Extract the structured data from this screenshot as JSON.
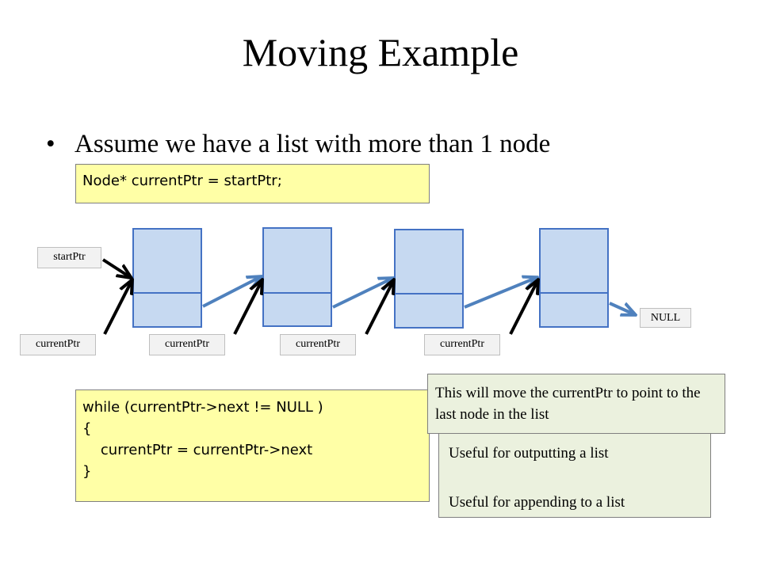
{
  "title": "Moving Example",
  "bullet": "Assume we have a list with more than 1 node",
  "code_init": "Node* currentPtr = startPtr;",
  "code_loop": [
    "while (currentPtr->next != NULL )",
    "{",
    "    currentPtr = currentPtr->next",
    "}"
  ],
  "labels": {
    "start_ptr": "startPtr",
    "current_ptr": "currentPtr",
    "null": "NULL"
  },
  "notes": {
    "main": "This will move the currentPtr to point to the last node in the list",
    "outputting": "Useful for outputting a list",
    "appending": "Useful for appending to a list"
  },
  "nodes": {
    "count": 4
  },
  "colors": {
    "node_fill": "#c6d9f1",
    "node_border": "#4472c4",
    "link_arrow": "#4f81bd",
    "pointer_arrow": "#000000",
    "code_bg": "#ffffa6",
    "note_bg": "#ebf1de"
  }
}
